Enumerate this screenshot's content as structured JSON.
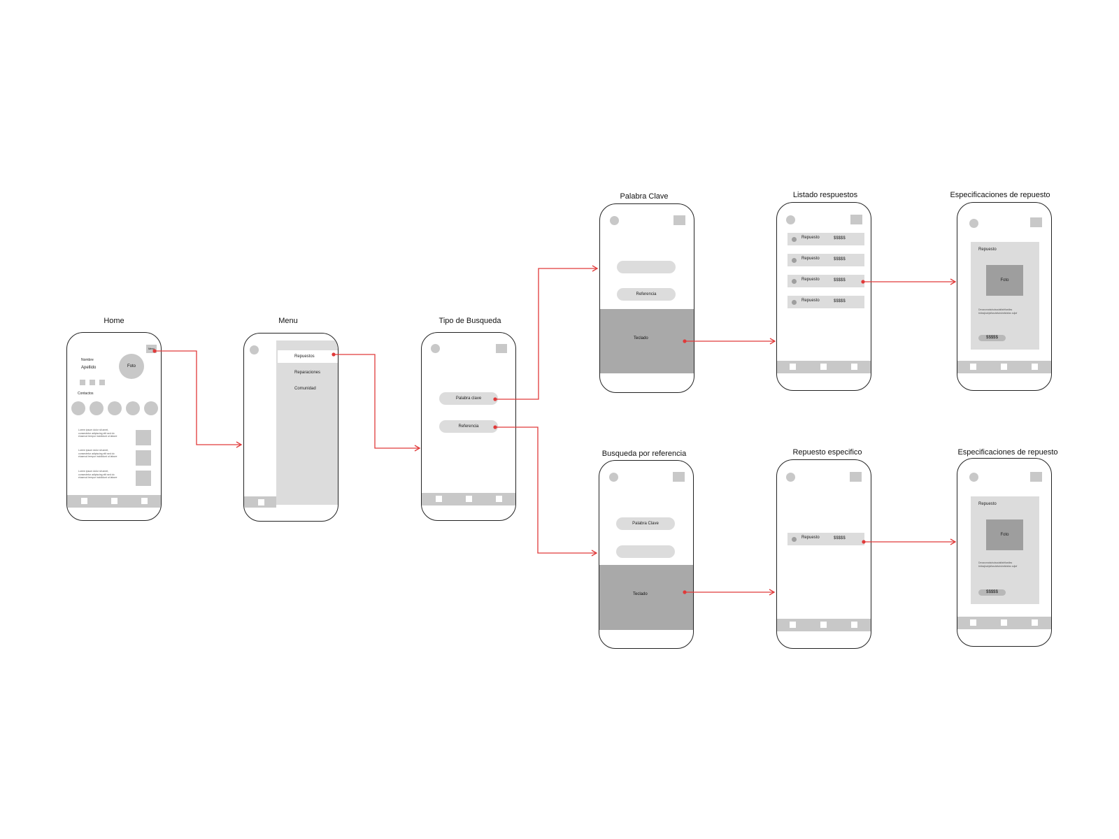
{
  "screens": {
    "home": {
      "title": "Home",
      "menu_button": "Menu",
      "nombre": "Nombre",
      "apellido": "Apellido",
      "foto": "Foto",
      "contactos": "Contactos",
      "lorem": "Lorem ipsum dolor sit amet, consectetur adipiscing elit sed do eiusmod tempor incididunt ut labore et dolore magna aliqua"
    },
    "menu": {
      "title": "Menu",
      "items": [
        "Repuestos",
        "Reparaciones",
        "Comunidad"
      ]
    },
    "tipo_busqueda": {
      "title": "Tipo de Busqueda",
      "palabra_clave": "Palabra clave",
      "referencia": "Referencia"
    },
    "palabra_clave": {
      "title": "Palabra Clave",
      "referencia": "Referencia",
      "teclado": "Teclado"
    },
    "busqueda_referencia": {
      "title": "Busqueda por referencia",
      "palabra_clave": "Palabra Clave",
      "teclado": "Teclado"
    },
    "listado": {
      "title": "Listado respuestos",
      "items": [
        {
          "name": "Repuesto",
          "price": "$$$$$"
        },
        {
          "name": "Repuesto",
          "price": "$$$$$"
        },
        {
          "name": "Repuesto",
          "price": "$$$$$"
        },
        {
          "name": "Repuesto",
          "price": "$$$$$"
        }
      ]
    },
    "repuesto_especifico": {
      "title": "Repuesto especifico",
      "item": {
        "name": "Repuesto",
        "price": "$$$$$"
      }
    },
    "spec_top": {
      "title": "Especificaciones de repuesto",
      "repuesto": "Repuesto",
      "foto": "Foto",
      "desc": "Dmacsmalsdsdsadalfabflastfas bkfasjkabjsflasdsfsdsbsfsfafas sdjaf",
      "price": "$$$$$"
    },
    "spec_bottom": {
      "title": "Especificaciones de repuesto",
      "repuesto": "Repuesto",
      "foto": "Foto",
      "desc": "Dmacsmalsdsdsadalfabflastfas bkfasjkabjsflasdsfsdsbsfsfafas sdjaf",
      "price": "$$$$$"
    }
  },
  "colors": {
    "arrow": "#e03a3a",
    "gray": "#c8c8c8",
    "keyboard": "#a9a9a9",
    "panel": "#dcdcdc"
  }
}
